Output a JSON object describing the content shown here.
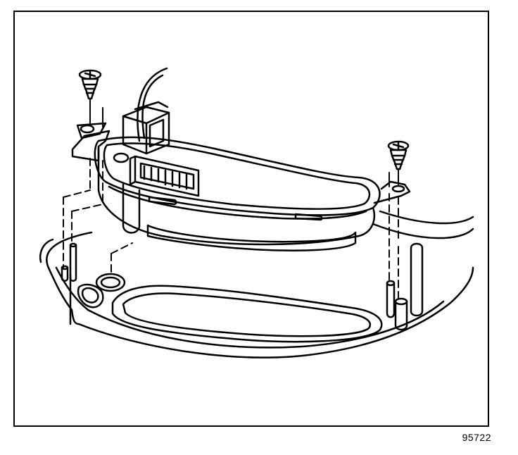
{
  "figure": {
    "figure_number": "95722",
    "colors": {
      "line": "#000000",
      "background": "#ffffff"
    },
    "parts": [
      "mounting-plate",
      "module-bracket",
      "electrical-connector",
      "push-pin-fastener-left",
      "push-pin-fastener-right",
      "locating-stud"
    ]
  }
}
